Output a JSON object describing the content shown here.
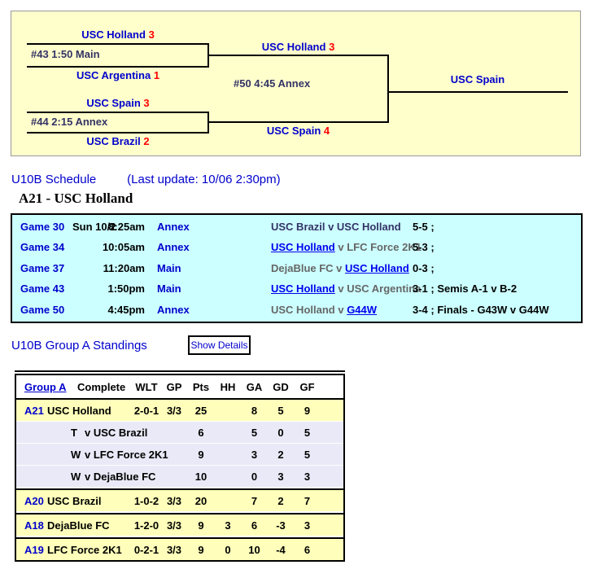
{
  "page": {
    "schedule_title": "U10B Schedule",
    "last_update": "(Last update: 10/06 2:30pm)",
    "team_heading": "A21 - USC Holland",
    "standings_title": "U10B Group A Standings",
    "show_details_label": "Show Details"
  },
  "colors": {
    "team_blue": "#0000CC",
    "score_red": "#FF0000",
    "match_label": "#333366",
    "bracket_bg": "#FFFFCC",
    "schedule_bg": "#CCFFFF",
    "standings_yellow": "#FFFFBB",
    "standings_lavender": "#E9E9F7"
  },
  "bracket": {
    "m43": {
      "label": "#43 1:50 Main",
      "top_team": "USC Holland",
      "top_score": "3",
      "bottom_team": "USC Argentina",
      "bottom_score": "1"
    },
    "m44": {
      "label": "#44 2:15 Annex",
      "top_team": "USC Spain",
      "top_score": "3",
      "bottom_team": "USC Brazil",
      "bottom_score": "2"
    },
    "m50": {
      "label": "#50 4:45 Annex",
      "top_team": "USC Holland",
      "top_score": "3",
      "bottom_team": "USC Spain",
      "bottom_score": "4"
    },
    "champion": "USC Spain"
  },
  "schedule": {
    "rows": [
      {
        "game": "Game 30",
        "date": "Sun 10/2",
        "time": "8:25am",
        "venue": "Annex",
        "pre": "USC Brazil v USC Holland",
        "link": "",
        "post": "",
        "result": "5-5 ;"
      },
      {
        "game": "Game 34",
        "date": "",
        "time": "10:05am",
        "venue": "Annex",
        "pre": "",
        "link": "USC Holland",
        "post": " v LFC Force 2K1",
        "result": "5-3 ;"
      },
      {
        "game": "Game 37",
        "date": "",
        "time": "11:20am",
        "venue": "Main",
        "pre": "DejaBlue FC v ",
        "link": "USC Holland",
        "post": "",
        "result": "0-3 ;"
      },
      {
        "game": "Game 43",
        "date": "",
        "time": "1:50pm",
        "venue": "Main",
        "pre": "",
        "link": "USC Holland",
        "post": " v USC Argentina",
        "result": "3-1 ; Semis A-1 v B-2"
      },
      {
        "game": "Game 50",
        "date": "",
        "time": "4:45pm",
        "venue": "Annex",
        "pre": "USC Holland v ",
        "link": "G44W",
        "post": "",
        "result": "3-4 ; Finals - G43W v G44W"
      }
    ]
  },
  "standings": {
    "headers": [
      "Group A",
      "Complete",
      "WLT",
      "GP",
      "Pts",
      "HH",
      "GA",
      "GD",
      "GF"
    ],
    "rows": [
      {
        "id": "A21",
        "team": "USC Holland",
        "wlt": "2-0-1",
        "gp": "3/3",
        "pts": "25",
        "hh": "",
        "ga": "8",
        "gd": "5",
        "gf": "9"
      },
      {
        "res": "T",
        "opp": "v USC Brazil",
        "pts": "6",
        "ga": "5",
        "gd": "0",
        "gf": "5"
      },
      {
        "res": "W",
        "opp": "v LFC Force 2K1",
        "pts": "9",
        "ga": "3",
        "gd": "2",
        "gf": "5"
      },
      {
        "res": "W",
        "opp": "v DejaBlue FC",
        "pts": "10",
        "ga": "0",
        "gd": "3",
        "gf": "3"
      },
      {
        "id": "A20",
        "team": "USC Brazil",
        "wlt": "1-0-2",
        "gp": "3/3",
        "pts": "20",
        "hh": "",
        "ga": "7",
        "gd": "2",
        "gf": "7"
      },
      {
        "id": "A18",
        "team": "DejaBlue FC",
        "wlt": "1-2-0",
        "gp": "3/3",
        "pts": "9",
        "hh": "3",
        "ga": "6",
        "gd": "-3",
        "gf": "3"
      },
      {
        "id": "A19",
        "team": "LFC Force 2K1",
        "wlt": "0-2-1",
        "gp": "3/3",
        "pts": "9",
        "hh": "0",
        "ga": "10",
        "gd": "-4",
        "gf": "6"
      }
    ]
  }
}
